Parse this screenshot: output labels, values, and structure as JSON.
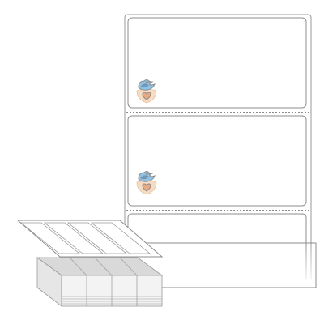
{
  "product": {
    "type": "fanfold-label-stack",
    "visible_label_count": 2,
    "partial_label_count": 1,
    "stack_columns": 4
  },
  "colors": {
    "background": "#ffffff",
    "liner_outline": "#9a9a9a",
    "label_outline": "#8c8c8c",
    "perforation": "#8c8c8c",
    "stack_face": "#f3f3f3",
    "stack_shadow": "#d9d9d9",
    "bird_body": "#8fc3e6",
    "bird_wing": "#5e9fd0",
    "bird_beak": "#f0a33a",
    "nest_fill": "#f6dcc2",
    "nest_heart": "#e9a983",
    "leaf": "#8cc06a"
  },
  "icons": {
    "label_mark": "bird-on-nest-icon"
  }
}
